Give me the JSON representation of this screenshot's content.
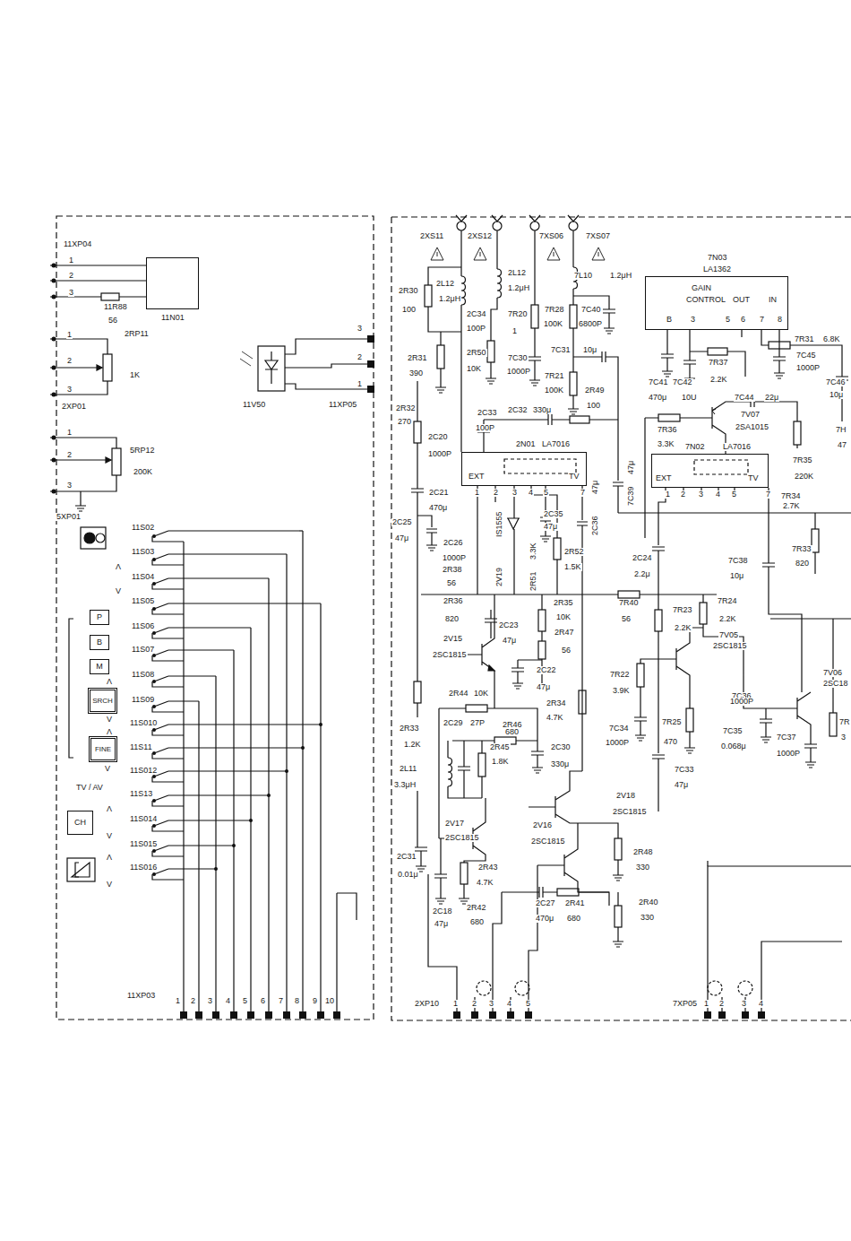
{
  "diagram": {
    "nodes": [
      {
        "text": [
          "11N01"
        ]
      },
      {
        "text": [
          "P"
        ]
      },
      {
        "text": [
          "B"
        ]
      },
      {
        "text": [
          "M"
        ]
      },
      {
        "text": [
          "SRCH"
        ]
      },
      {
        "text": [
          "FINE"
        ]
      },
      {
        "text": [
          "CH"
        ]
      },
      {
        "text": [
          "7N03",
          "LA1362",
          "GAIN",
          "CONTROL",
          "OUT",
          "IN"
        ]
      },
      {
        "text": [
          "2N01",
          "LA7016",
          "EXT",
          "TV"
        ]
      },
      {
        "text": [
          "7N02",
          "LA7016",
          "EXT",
          "TV"
        ]
      }
    ],
    "labels": [
      "11XP04",
      "1",
      "2",
      "3",
      "11R88",
      "56",
      "1",
      "2",
      "3",
      "2RP11",
      "1K",
      "2XP01",
      "1",
      "2",
      "3",
      "5RP12",
      "200K",
      "5XP01",
      "11V50",
      "11XP05",
      "3",
      "2",
      "1",
      "11S02",
      "11S03",
      "Λ",
      "11S04",
      "V",
      "11S05",
      "11S06",
      "11S07",
      "11S08",
      "Λ",
      "11S09",
      "V",
      "11S010",
      "Λ",
      "11S11",
      "V",
      "11S012",
      "TV / AV",
      "11S13",
      "Λ",
      "11S014",
      "V",
      "11S015",
      "Λ",
      "11S016",
      "V",
      "11XP03",
      "1",
      "2",
      "3",
      "4",
      "5",
      "6",
      "7",
      "8",
      "9",
      "10",
      "2XS11",
      "2XS12",
      "7XS06",
      "7XS07",
      "2R30",
      "100",
      "2L12",
      "1.2μH",
      "2L12",
      "1.2μH",
      "7L10",
      "1.2μH",
      "2C34",
      "100P",
      "7R20",
      "1",
      "7R28",
      "100K",
      "7C40",
      "6800P",
      "2R31",
      "390",
      "2R50",
      "10K",
      "7C30",
      "1000P",
      "7C31",
      "10μ",
      "7R21",
      "100K",
      "2R49",
      "100",
      "2R32",
      "270",
      "2C33",
      "100P",
      "2C32",
      "330μ",
      "2C20",
      "1000P",
      "2C21",
      "470μ",
      "2C25",
      "47μ",
      "2C26",
      "1000P",
      "2R38",
      "56",
      "2R36",
      "820",
      "IS1555",
      "2V19",
      "2R51",
      "3.3K",
      "2C35",
      "47μ",
      "2C36",
      "47μ",
      "2R52",
      "1.5K",
      "2R35",
      "10K",
      "2C23",
      "47μ",
      "2V15",
      "2SC1815",
      "2R47",
      "56",
      "2C22",
      "47μ",
      "2R34",
      "4.7K",
      "2R44",
      "10K",
      "2R46",
      "680",
      "2C29",
      "27P",
      "2C30",
      "330μ",
      "2R45",
      "1.8K",
      "2R33",
      "1.2K",
      "2L11",
      "3.3μH",
      "2V18",
      "2SC1815",
      "2V17",
      "2SC1815",
      "2V16",
      "2SC1815",
      "2C31",
      "0.01μ",
      "2R48",
      "330",
      "2R43",
      "4.7K",
      "2C18",
      "47μ",
      "2R42",
      "680",
      "2C27",
      "470μ",
      "2R41",
      "680",
      "2R40",
      "330",
      "2XP10",
      "1",
      "2",
      "3",
      "4",
      "5",
      "7XP05",
      "1",
      "2",
      "3",
      "4",
      "B",
      "3",
      "5",
      "6",
      "7",
      "8",
      "7R31",
      "6.8K",
      "7C45",
      "1000P",
      "7R37",
      "2.2K",
      "7C41",
      "470μ",
      "7C42",
      "10U",
      "7C46",
      "10μ",
      "7C44",
      "22μ",
      "7V07",
      "2SA1015",
      "7R36",
      "3.3K",
      "7R35",
      "220K",
      "7H",
      "47",
      "7R34",
      "2.7K",
      "7C39",
      "47μ",
      "1",
      "2",
      "3",
      "4",
      "5",
      "7",
      "1",
      "2",
      "3",
      "4",
      "5",
      "7",
      "2C24",
      "2.2μ",
      "7C38",
      "10μ",
      "7R33",
      "820",
      "7R40",
      "56",
      "7R23",
      "2.2K",
      "7R24",
      "2.2K",
      "7V05",
      "2SC1815",
      "7V06",
      "2SC18",
      "7R22",
      "3.9K",
      "7C36",
      "1000P",
      "7C34",
      "1000P",
      "7R25",
      "470",
      "7C35",
      "0.068μ",
      "7C37",
      "1000P",
      "7R",
      "3",
      "7C33",
      "47μ"
    ]
  }
}
